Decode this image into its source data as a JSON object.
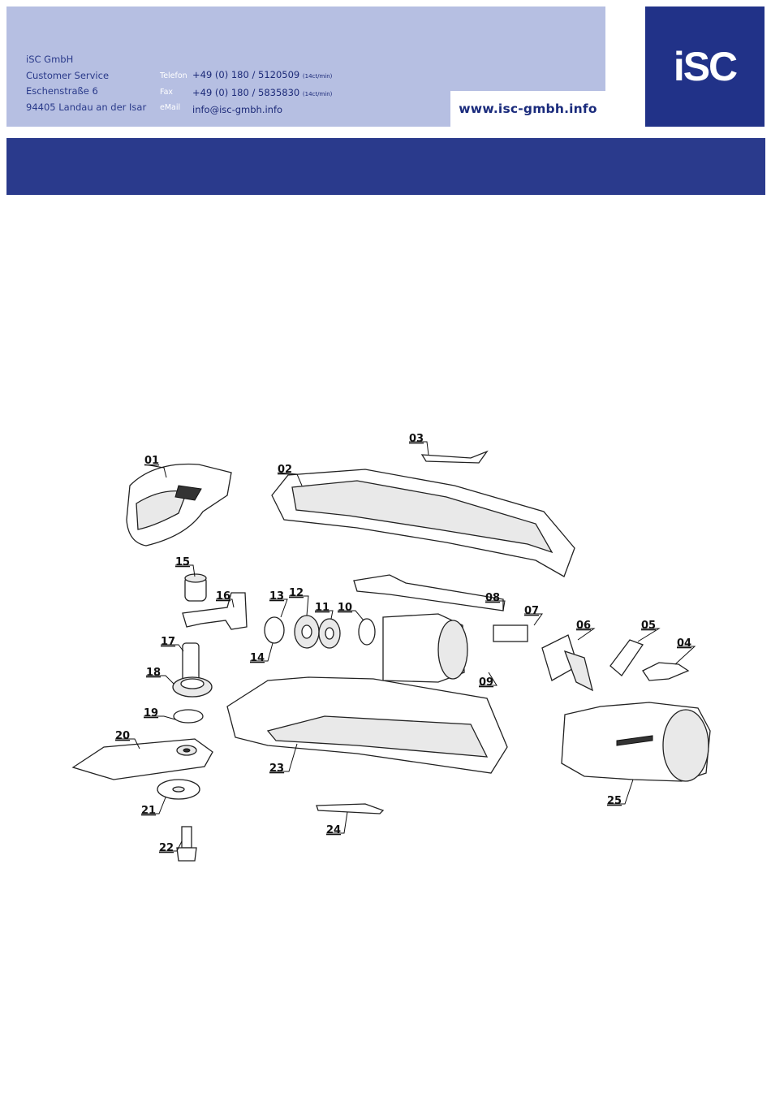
{
  "header": {
    "company": "iSC GmbH",
    "department": "Customer Service",
    "street": "Eschenstraße 6",
    "city": "94405 Landau an der Isar",
    "phone_label": "Telefon",
    "phone_value": "+49 (0) 180 / 5120509",
    "phone_rate": "(14ct/min)",
    "fax_label": "Fax",
    "fax_value": "+49 (0) 180 / 5835830",
    "fax_rate": "(14ct/min)",
    "email_label": "eMail",
    "email_value": "info@isc-gmbh.info",
    "website": "www.isc-gmbh.info",
    "logo_text": "iSC"
  },
  "diagram": {
    "part_labels": [
      "01",
      "02",
      "03",
      "04",
      "05",
      "06",
      "07",
      "08",
      "09",
      "10",
      "11",
      "12",
      "13",
      "14",
      "15",
      "16",
      "17",
      "18",
      "19",
      "20",
      "21",
      "22",
      "23",
      "24",
      "25"
    ]
  },
  "colors": {
    "header_light": "#b6bfe2",
    "brand_dark": "#213288",
    "band": "#2a3a8c",
    "text_blue": "#1c2a78"
  }
}
